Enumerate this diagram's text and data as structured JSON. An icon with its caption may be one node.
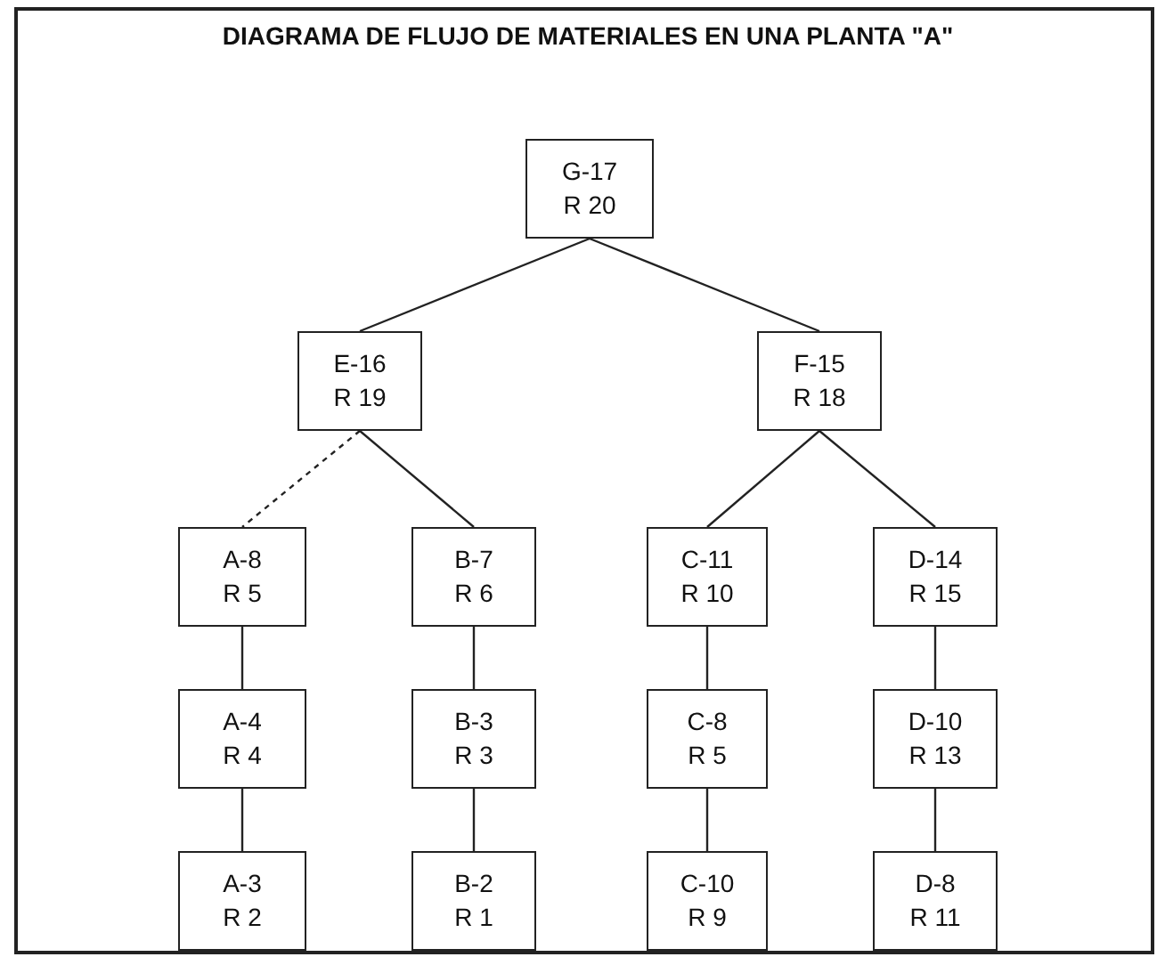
{
  "diagram": {
    "title": "DIAGRAMA DE FLUJO DE MATERIALES EN UNA PLANTA \"A\"",
    "nodes": [
      {
        "text": [
          "G-17",
          "R 20"
        ]
      },
      {
        "text": [
          "E-16",
          "R 19"
        ]
      },
      {
        "text": [
          "F-15",
          "R 18"
        ]
      },
      {
        "text": [
          "A-8",
          "R 5"
        ]
      },
      {
        "text": [
          "B-7",
          "R 6"
        ]
      },
      {
        "text": [
          "C-11",
          "R 10"
        ]
      },
      {
        "text": [
          "D-14",
          "R 15"
        ]
      },
      {
        "text": [
          "A-4",
          "R 4"
        ]
      },
      {
        "text": [
          "B-3",
          "R 3"
        ]
      },
      {
        "text": [
          "C-8",
          "R 5"
        ]
      },
      {
        "text": [
          "D-10",
          "R 13"
        ]
      },
      {
        "text": [
          "A-3",
          "R 2"
        ]
      },
      {
        "text": [
          "B-2",
          "R 1"
        ]
      },
      {
        "text": [
          "C-10",
          "R 9"
        ]
      },
      {
        "text": [
          "D-8",
          "R 11"
        ]
      }
    ],
    "edges": [
      {
        "from": 0,
        "to": 1,
        "arrow": "none"
      },
      {
        "from": 0,
        "to": 2,
        "arrow": "none"
      },
      {
        "from": 1,
        "to": 3,
        "arrow": "none",
        "style": "dashed"
      },
      {
        "from": 1,
        "to": 4,
        "arrow": "none"
      },
      {
        "from": 2,
        "to": 5,
        "arrow": "none"
      },
      {
        "from": 2,
        "to": 6,
        "arrow": "none"
      },
      {
        "from": 3,
        "to": 7,
        "arrow": "none"
      },
      {
        "from": 7,
        "to": 11,
        "arrow": "none"
      },
      {
        "from": 4,
        "to": 8,
        "arrow": "none"
      },
      {
        "from": 8,
        "to": 12,
        "arrow": "none"
      },
      {
        "from": 5,
        "to": 9,
        "arrow": "none"
      },
      {
        "from": 9,
        "to": 13,
        "arrow": "none"
      },
      {
        "from": 6,
        "to": 10,
        "arrow": "none"
      },
      {
        "from": 10,
        "to": 14,
        "arrow": "none"
      }
    ]
  }
}
